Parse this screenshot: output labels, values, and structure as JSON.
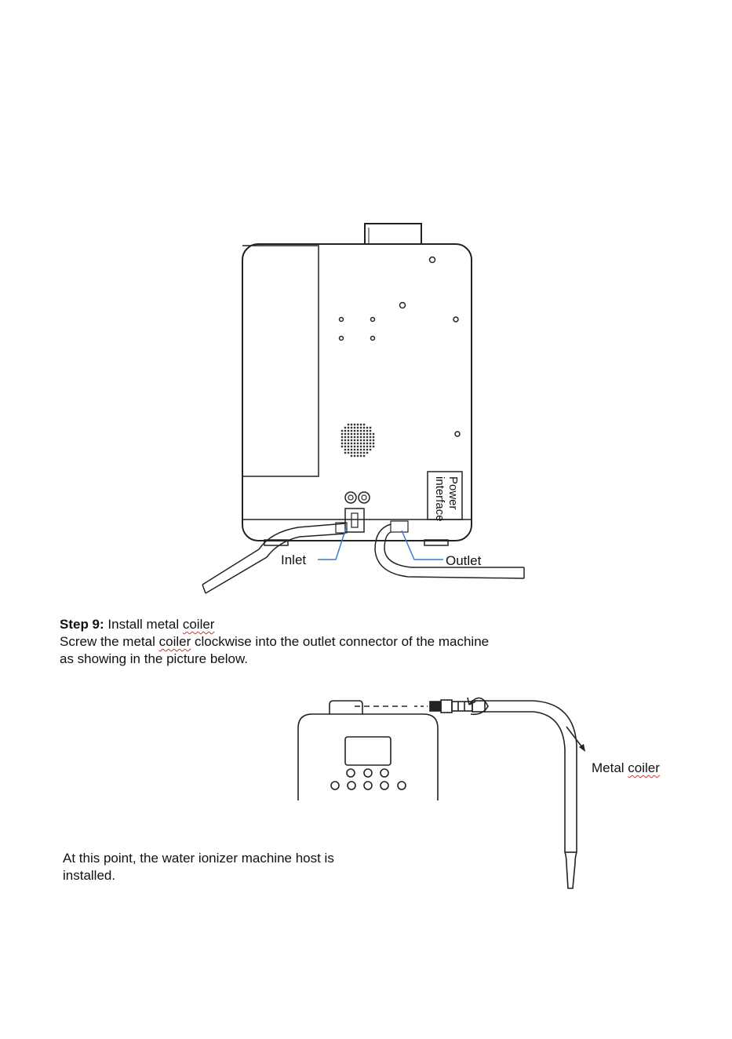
{
  "figure1": {
    "inlet_label": "Inlet",
    "outlet_label": "Outlet",
    "power_label_line1": "Power",
    "power_label_line2": "interface"
  },
  "step": {
    "title": "Step 9:",
    "heading_pre": " Install metal ",
    "heading_squiggle": "coiler",
    "line1_pre": "Screw the metal ",
    "line1_squiggle": "coiler",
    "line1_post": " clockwise into the outlet connector of the machine",
    "line2": "as showing in the picture below."
  },
  "figure2": {
    "coiler_label_pre": "Metal ",
    "coiler_label_squiggle": "coiler"
  },
  "final": {
    "line1": "At this point, the water ionizer machine host is",
    "line2": "installed."
  }
}
